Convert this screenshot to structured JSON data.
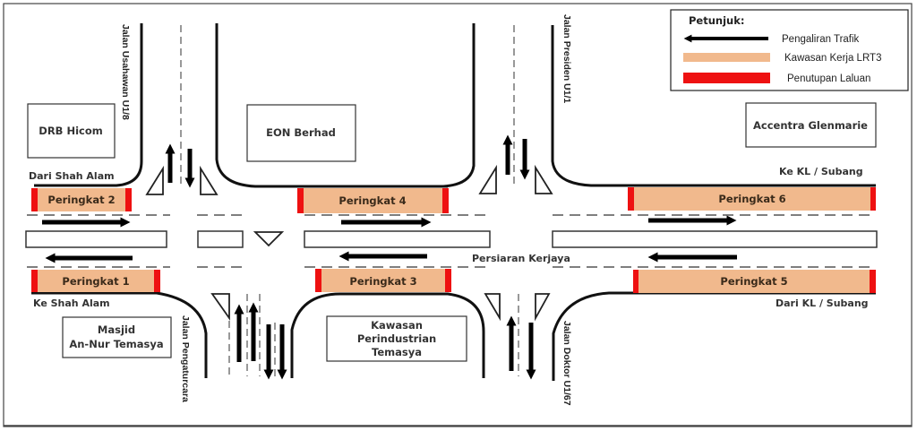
{
  "legend": {
    "title": "Petunjuk:",
    "items": [
      {
        "key": "traffic-flow",
        "label": "Pengaliran Trafik",
        "color": "#000000"
      },
      {
        "key": "work-zone",
        "label": "Kawasan Kerja LRT3",
        "color": "#f1b98d"
      },
      {
        "key": "road-closure",
        "label": "Penutupan Laluan",
        "color": "#ee1111"
      }
    ]
  },
  "buildings": {
    "drb_hicom": "DRB Hicom",
    "eon_berhad": "EON Berhad",
    "accentra": "Accentra Glenmarie",
    "masjid_line1": "Masjid",
    "masjid_line2": "An-Nur Temasya",
    "kawasan_line1": "Kawasan",
    "kawasan_line2": "Perindustrian",
    "kawasan_line3": "Temasya"
  },
  "streets": {
    "usahawan": "Jalan Usahawan U1/8",
    "presiden": "Jalan Presiden U1/1",
    "pengaturcara": "Jalan Pengaturcara",
    "doktor": "Jalan Doktor U1/67",
    "main_road": "Persiaran Kerjaya"
  },
  "directions": {
    "dari_shah_alam": "Dari Shah Alam",
    "ke_shah_alam": "Ke Shah Alam",
    "ke_kl_subang": "Ke KL / Subang",
    "dari_kl_subang": "Dari KL / Subang"
  },
  "work_zones": [
    {
      "id": 1,
      "label": "Peringkat 1"
    },
    {
      "id": 2,
      "label": "Peringkat 2"
    },
    {
      "id": 3,
      "label": "Peringkat 3"
    },
    {
      "id": 4,
      "label": "Peringkat 4"
    },
    {
      "id": 5,
      "label": "Peringkat 5"
    },
    {
      "id": 6,
      "label": "Peringkat 6"
    }
  ]
}
